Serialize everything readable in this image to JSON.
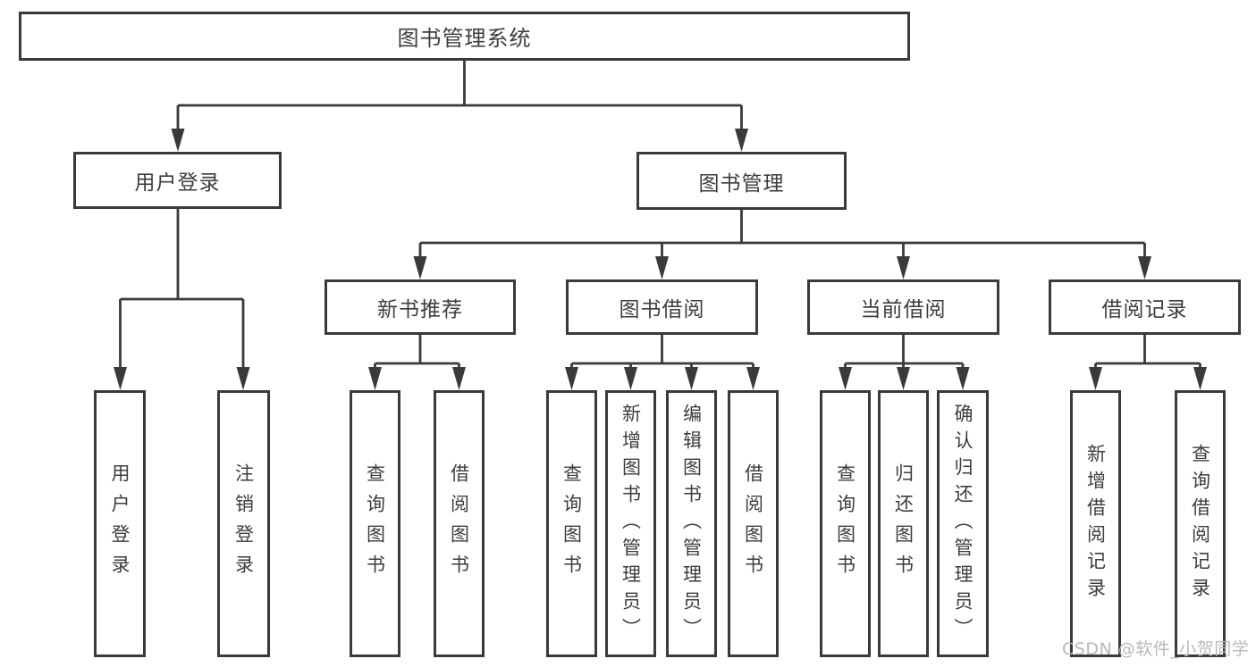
{
  "watermark": "CSDN @软件_小贺同学",
  "colors": {
    "line": "#3a3a3a",
    "text": "#3d3d3d",
    "box_background": "#ffffff",
    "watermark": "#b9b9b9"
  },
  "tree": {
    "label": "图书管理系统",
    "children": [
      {
        "label": "用户登录",
        "children": [
          {
            "label": "用户登录"
          },
          {
            "label": "注销登录"
          }
        ]
      },
      {
        "label": "图书管理",
        "children": [
          {
            "label": "新书推荐",
            "children": [
              {
                "label": "查询图书"
              },
              {
                "label": "借阅图书"
              }
            ]
          },
          {
            "label": "图书借阅",
            "children": [
              {
                "label": "查询图书"
              },
              {
                "label": "新增图书（管理员）"
              },
              {
                "label": "编辑图书（管理员）"
              },
              {
                "label": "借阅图书"
              }
            ]
          },
          {
            "label": "当前借阅",
            "children": [
              {
                "label": "查询图书"
              },
              {
                "label": "归还图书"
              },
              {
                "label": "确认归还（管理员）"
              }
            ]
          },
          {
            "label": "借阅记录",
            "children": [
              {
                "label": "新增借阅记录"
              },
              {
                "label": "查询借阅记录"
              }
            ]
          }
        ]
      }
    ]
  }
}
